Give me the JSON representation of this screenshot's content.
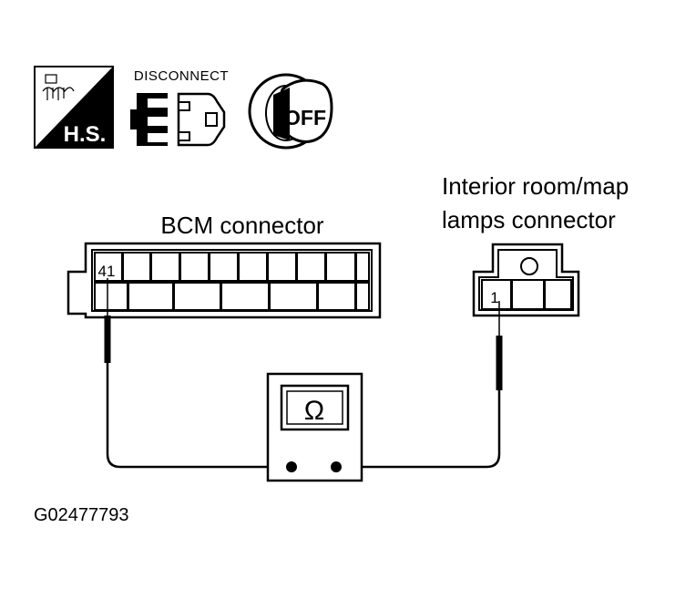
{
  "icons": {
    "hs_label": "H.S.",
    "disconnect_label": "DISCONNECT",
    "off_label": "OFF"
  },
  "bcm": {
    "title": "BCM connector",
    "pin": "41"
  },
  "lamp": {
    "title_line1": "Interior room/map",
    "title_line2": "lamps connector",
    "pin": "1"
  },
  "meter": {
    "symbol": "Ω"
  },
  "figure_id": "G02477793",
  "colors": {
    "ink": "#000000",
    "background": "#ffffff"
  }
}
